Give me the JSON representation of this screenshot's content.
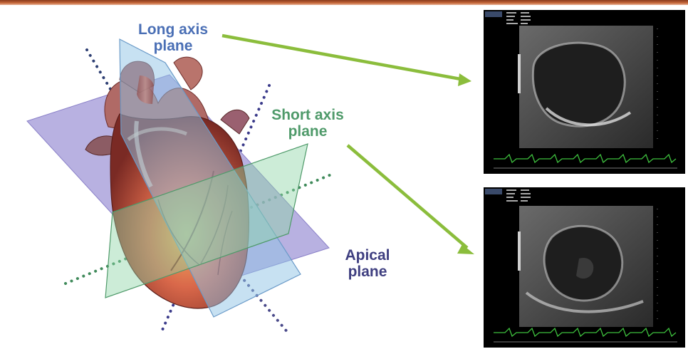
{
  "labels": {
    "long_axis": "Long axis plane",
    "short_axis": "Short axis plane",
    "apical": "Apical plane"
  },
  "colors": {
    "long_axis": "#4a6fb5",
    "short_axis": "#4f9a6a",
    "apical": "#3f3f80",
    "arrow": "#8bbd3c",
    "ecg_trace": "#3ec03e"
  },
  "images": [
    {
      "name": "long-axis-ultrasound",
      "view": "long axis"
    },
    {
      "name": "short-axis-ultrasound",
      "view": "short axis"
    }
  ]
}
